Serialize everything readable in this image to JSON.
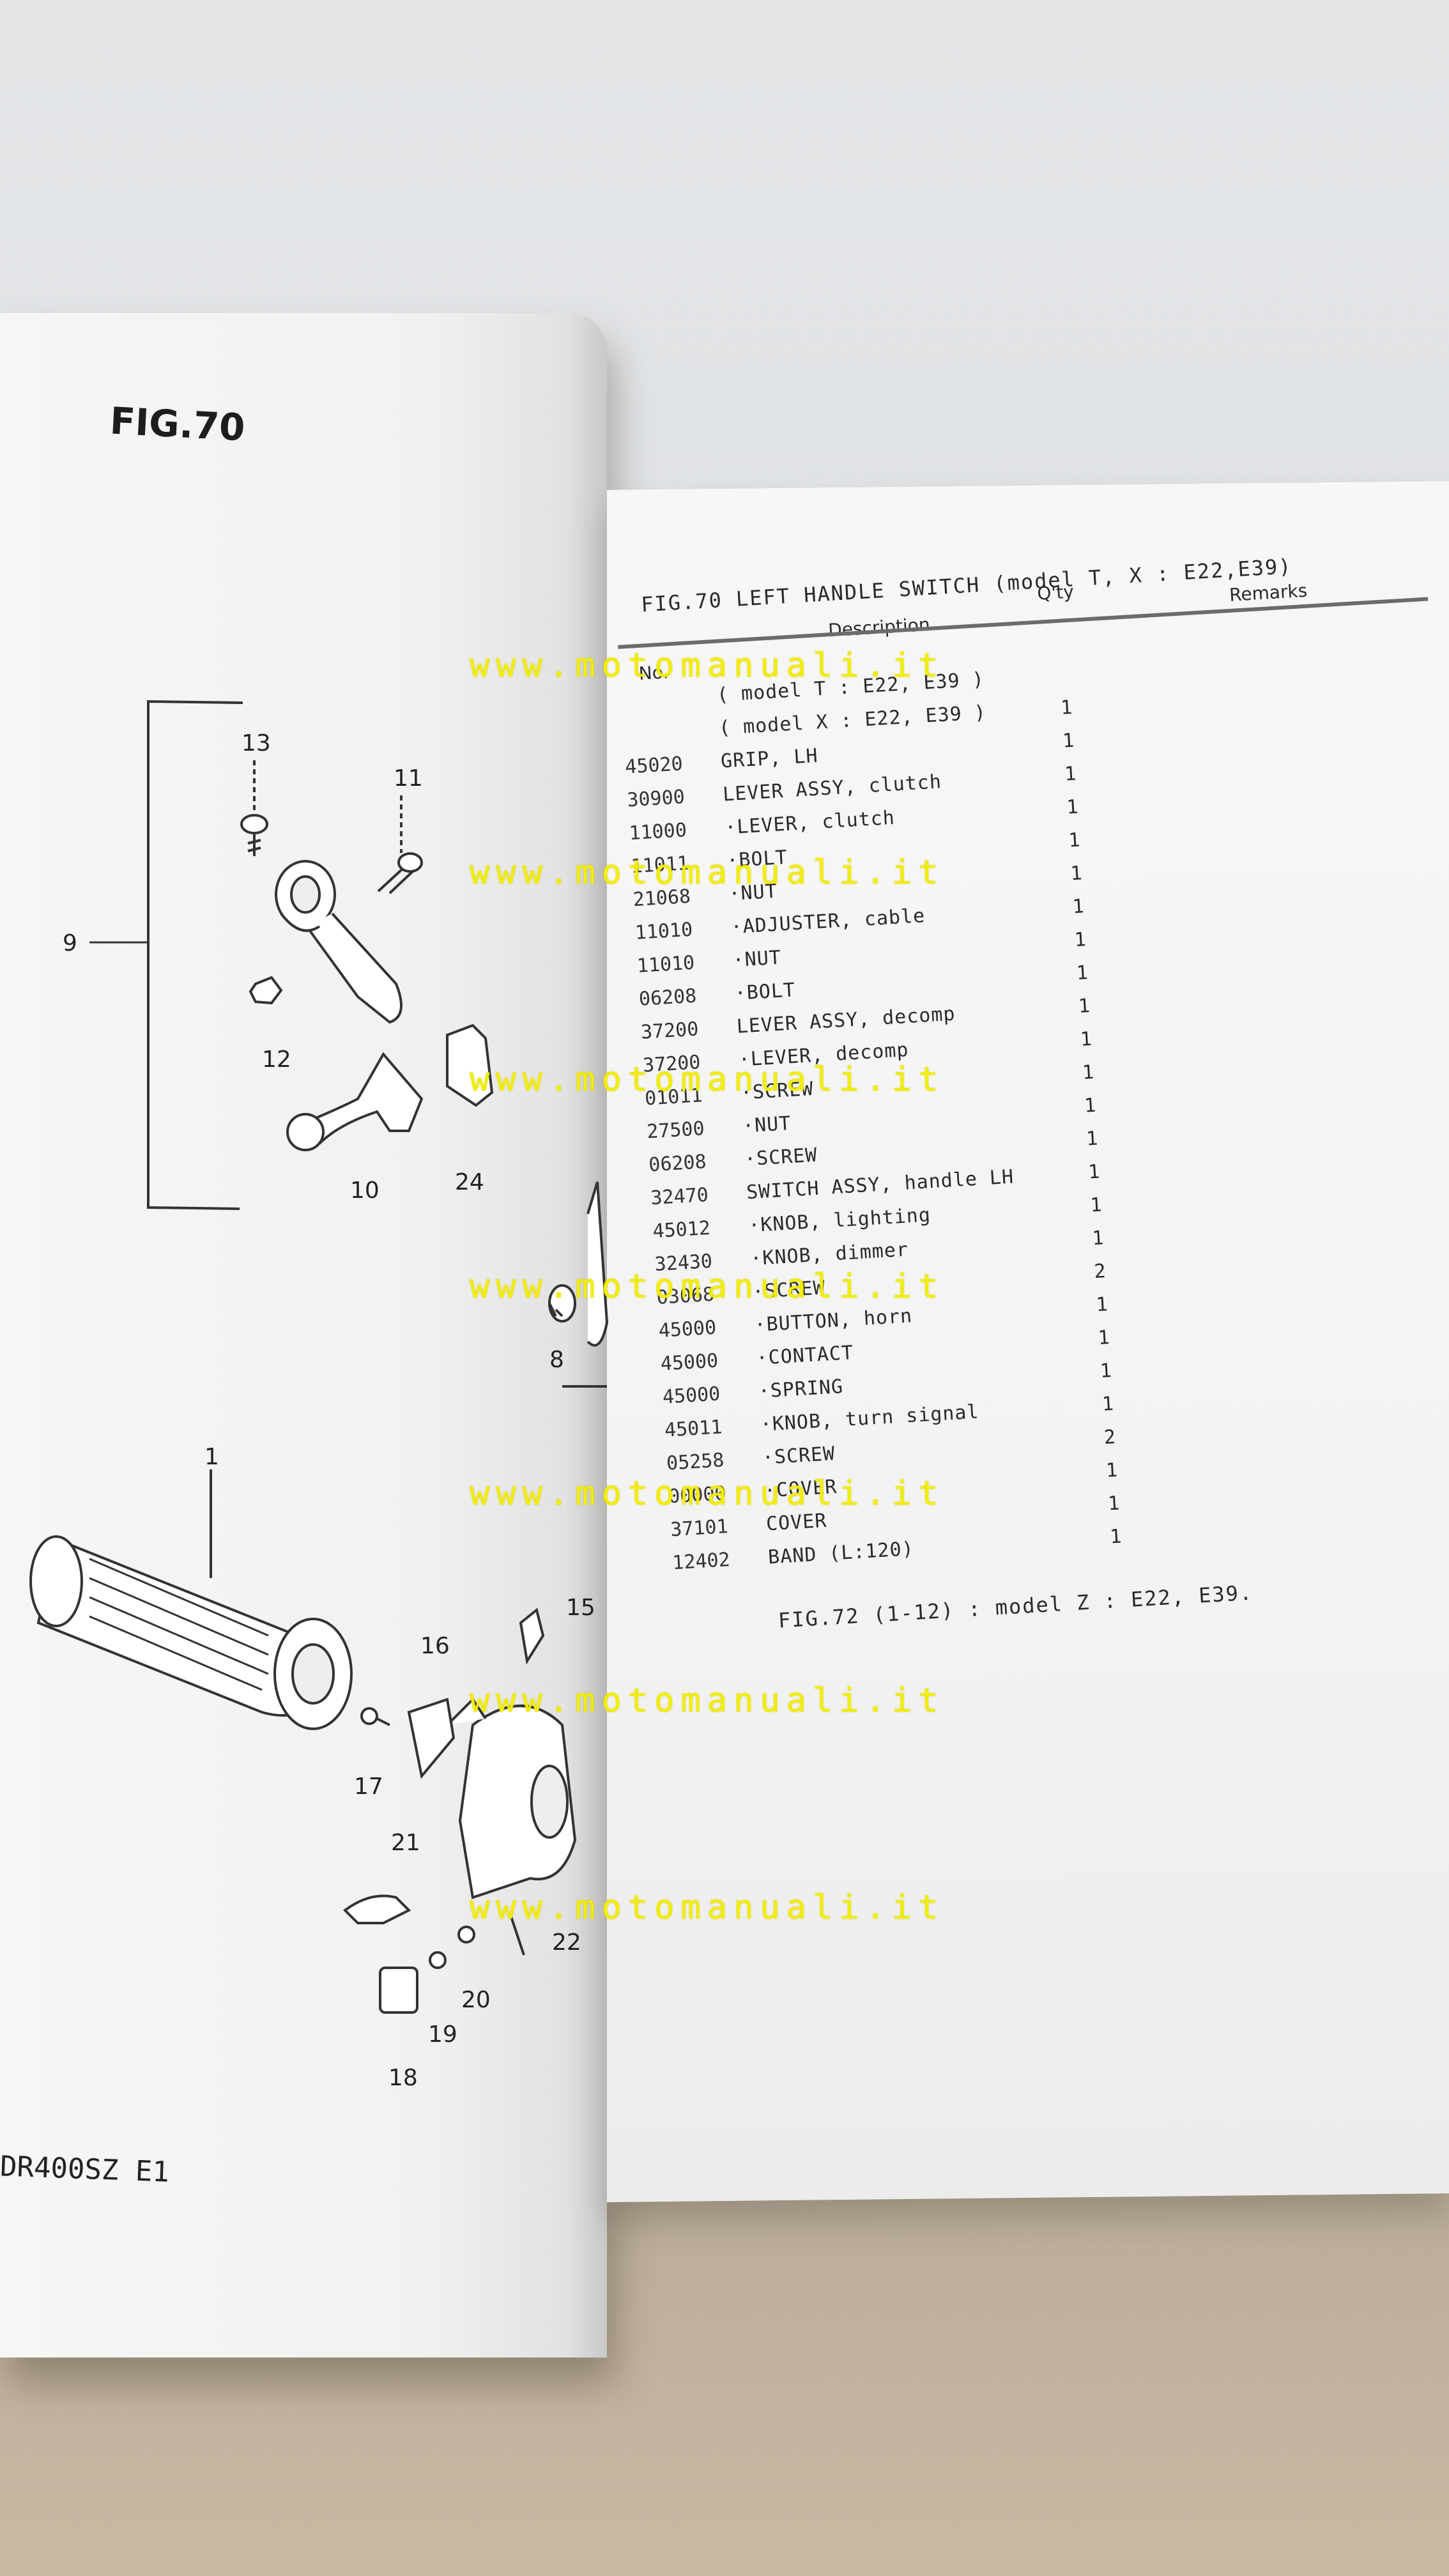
{
  "left_page": {
    "figure_label": "FIG.70",
    "callouts": [
      "13",
      "11",
      "9",
      "12",
      "10",
      "24",
      "8",
      "1",
      "16",
      "15",
      "17",
      "21",
      "18",
      "19",
      "20",
      "22"
    ],
    "model_footer": "DR400SZ E1"
  },
  "right_page": {
    "title": "FIG.70  LEFT HANDLE SWITCH (model T, X : E22,E39)",
    "headers": {
      "no": "No.",
      "description": "Description",
      "qty": "Q'ty",
      "remarks": "Remarks"
    },
    "rows": [
      {
        "part": "",
        "desc": "( model T : E22, E39 )",
        "qty": ""
      },
      {
        "part": "",
        "desc": "( model X : E22, E39 )",
        "qty": "1"
      },
      {
        "part": "45020",
        "desc": "GRIP, LH",
        "qty": "1"
      },
      {
        "part": "30900",
        "desc": "LEVER ASSY, clutch",
        "qty": "1"
      },
      {
        "part": "11000",
        "desc": "·LEVER, clutch",
        "qty": "1"
      },
      {
        "part": "11011",
        "desc": "·BOLT",
        "qty": "1"
      },
      {
        "part": "21068",
        "desc": "·NUT",
        "qty": "1"
      },
      {
        "part": "11010",
        "desc": "·ADJUSTER, cable",
        "qty": "1"
      },
      {
        "part": "11010",
        "desc": "·NUT",
        "qty": "1"
      },
      {
        "part": "06208",
        "desc": "·BOLT",
        "qty": "1"
      },
      {
        "part": "37200",
        "desc": "LEVER ASSY, decomp",
        "qty": "1"
      },
      {
        "part": "37200",
        "desc": "·LEVER, decomp",
        "qty": "1"
      },
      {
        "part": "01011",
        "desc": "·SCREW",
        "qty": "1"
      },
      {
        "part": "27500",
        "desc": "·NUT",
        "qty": "1"
      },
      {
        "part": "06208",
        "desc": "·SCREW",
        "qty": "1"
      },
      {
        "part": "32470",
        "desc": "SWITCH ASSY, handle LH",
        "qty": "1"
      },
      {
        "part": "45012",
        "desc": "·KNOB, lighting",
        "qty": "1"
      },
      {
        "part": "32430",
        "desc": "·KNOB, dimmer",
        "qty": "1"
      },
      {
        "part": "03068",
        "desc": "·SCREW",
        "qty": "2"
      },
      {
        "part": "45000",
        "desc": "·BUTTON, horn",
        "qty": "1"
      },
      {
        "part": "45000",
        "desc": "·CONTACT",
        "qty": "1"
      },
      {
        "part": "45000",
        "desc": "·SPRING",
        "qty": "1"
      },
      {
        "part": "45011",
        "desc": "·KNOB, turn signal",
        "qty": "1"
      },
      {
        "part": "05258",
        "desc": "·SCREW",
        "qty": "2"
      },
      {
        "part": "00000",
        "desc": "·COVER",
        "qty": "1"
      },
      {
        "part": "37101",
        "desc": "COVER",
        "qty": "1"
      },
      {
        "part": "12402",
        "desc": "BAND (L:120)",
        "qty": "1"
      }
    ],
    "footnote": "FIG.72 (1-12) : model Z : E22, E39."
  },
  "watermark": "www.motomanuali.it",
  "colors": {
    "watermark": "#f2ee00",
    "paper": "#f4f4f3",
    "ink": "#222222"
  }
}
